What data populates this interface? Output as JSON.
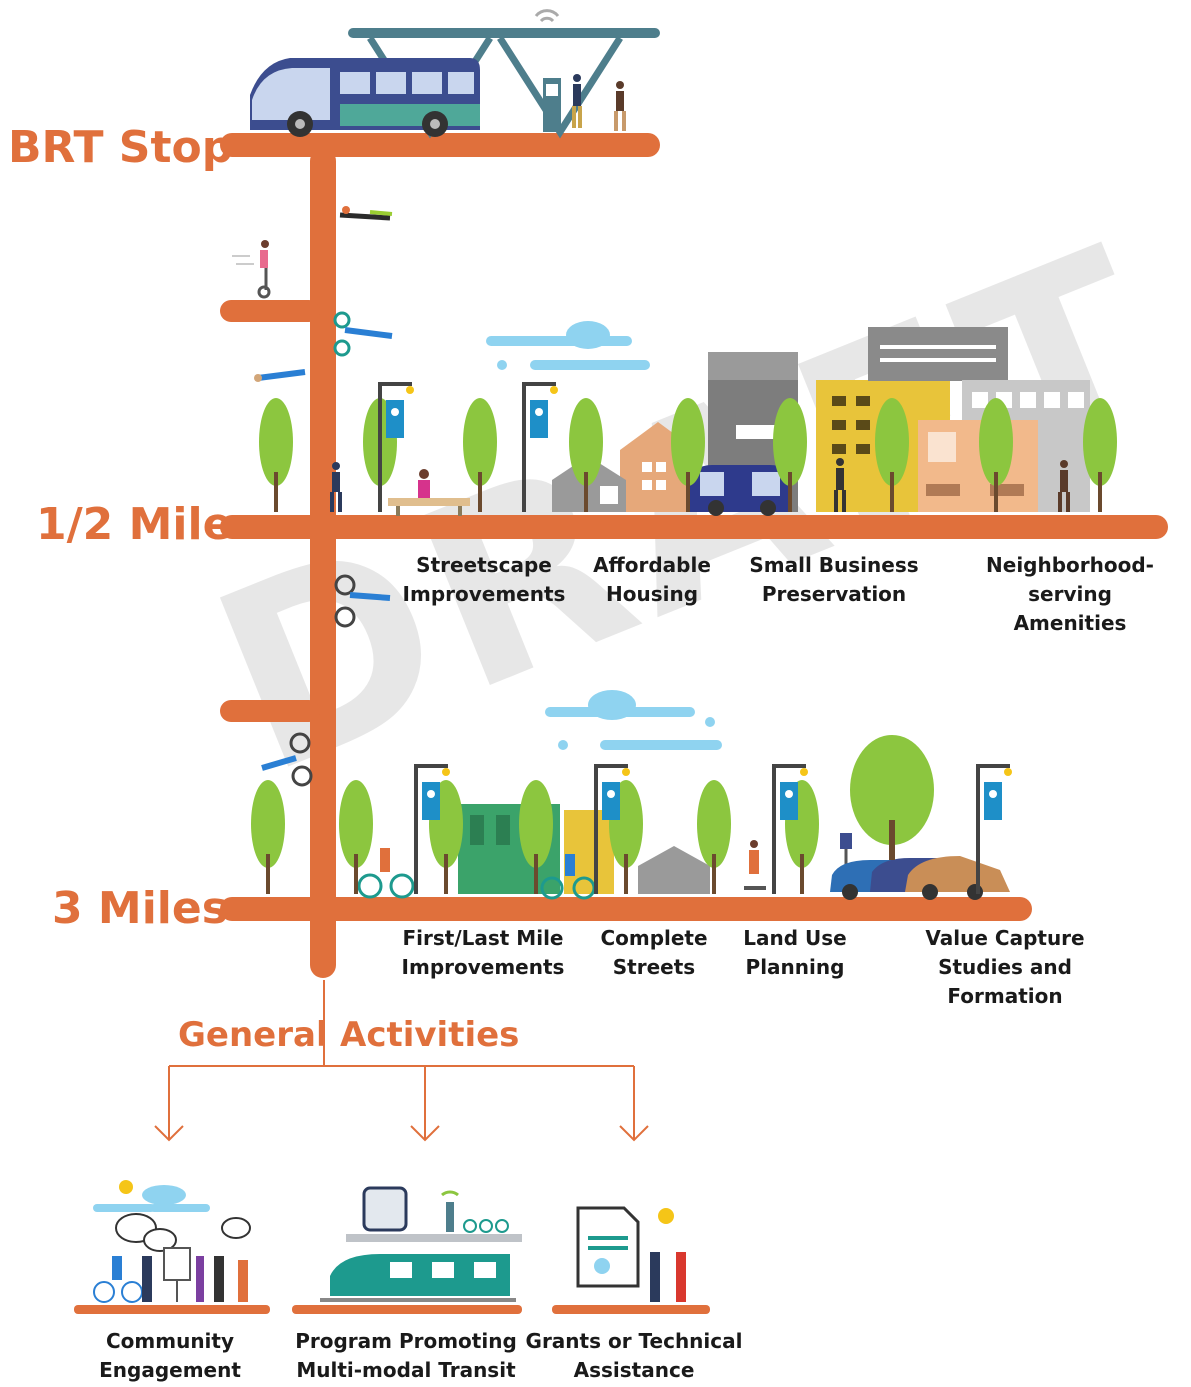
{
  "levels": {
    "brt_stop": "BRT Stop",
    "half_mile": "1/2 Mile",
    "three_miles": "3 Miles"
  },
  "half_mile_activities": [
    "Streetscape\nImprovements",
    "Affordable\nHousing",
    "Small Business\nPreservation",
    "Neighborhood-serving\nAmenities"
  ],
  "three_mile_activities": [
    "First/Last Mile\nImprovements",
    "Complete\nStreets",
    "Land Use\nPlanning",
    "Value Capture Studies and\nFormation"
  ],
  "general": {
    "word1": "General",
    "word2": "Activities",
    "items": [
      "Community\nEngagement",
      "Program Promoting\nMulti-modal Transit",
      "Grants or Technical\nAssistance"
    ]
  },
  "watermark": "DRAFT",
  "colors": {
    "orange": "#E0703C",
    "tree_green": "#8CC63F",
    "teal": "#1D9A8E",
    "sky": "#8FD3F0",
    "bus_blue": "#3C4D8F"
  }
}
